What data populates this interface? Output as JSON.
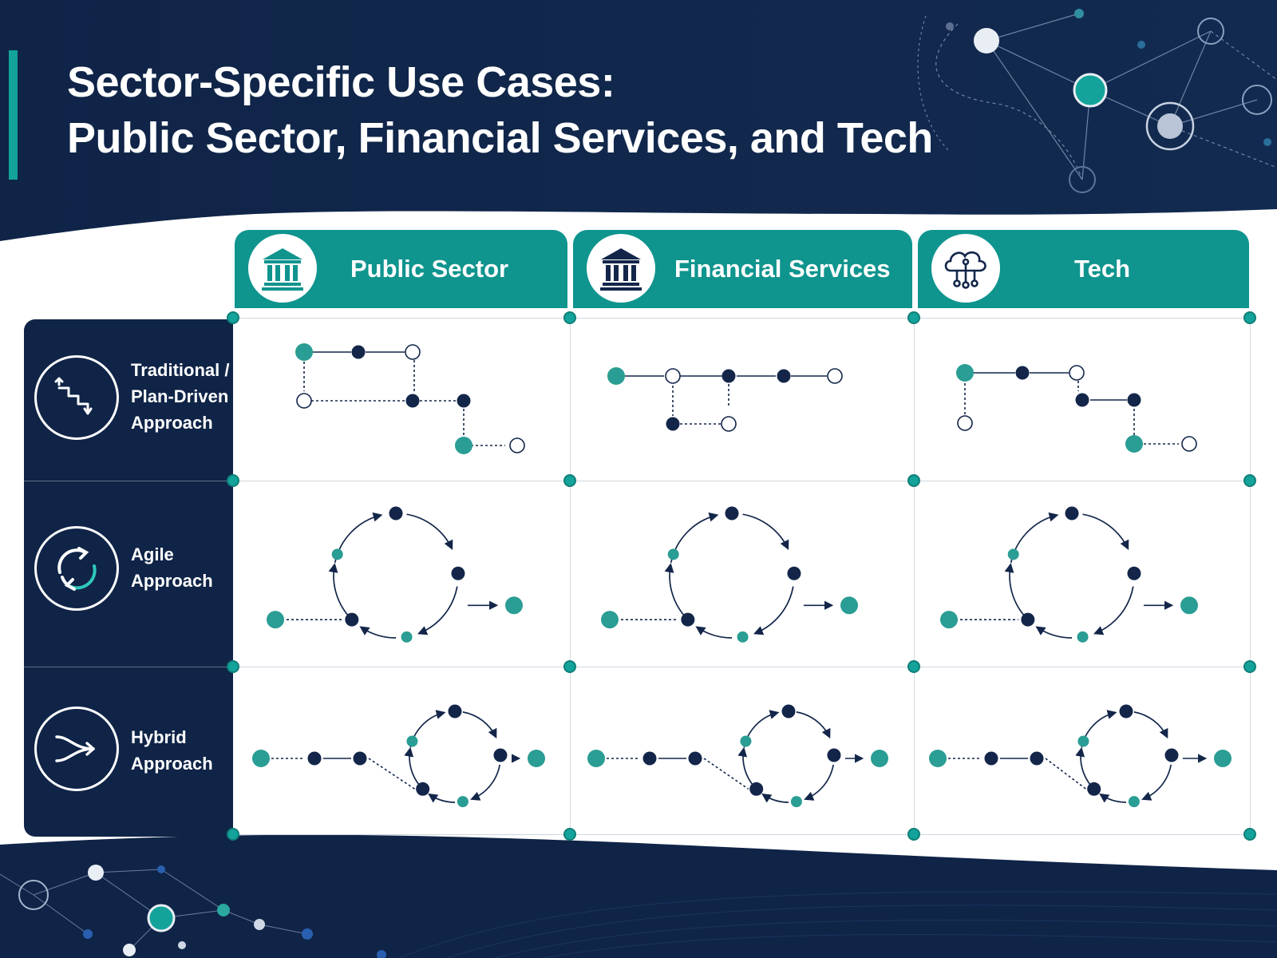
{
  "title": {
    "line1": "Sector-Specific Use Cases:",
    "line2": "Public Sector, Financial Services, and Tech"
  },
  "columns": [
    {
      "label": "Public Sector",
      "icon": "government-building-icon"
    },
    {
      "label": "Financial Services",
      "icon": "bank-building-icon"
    },
    {
      "label": "Tech",
      "icon": "cloud-network-icon"
    }
  ],
  "rows": [
    {
      "lines": [
        "Traditional /",
        "Plan-Driven",
        "Approach"
      ],
      "icon": "staircase-arrows-icon"
    },
    {
      "lines": [
        "Agile",
        "Approach"
      ],
      "icon": "cycle-arrows-icon"
    },
    {
      "lines": [
        "Hybrid",
        "Approach"
      ],
      "icon": "merge-arrows-icon"
    }
  ],
  "colors": {
    "navy": "#0f2447",
    "teal": "#13a39a",
    "header_teal": "#0f948e",
    "node_navy": "#13264a"
  }
}
